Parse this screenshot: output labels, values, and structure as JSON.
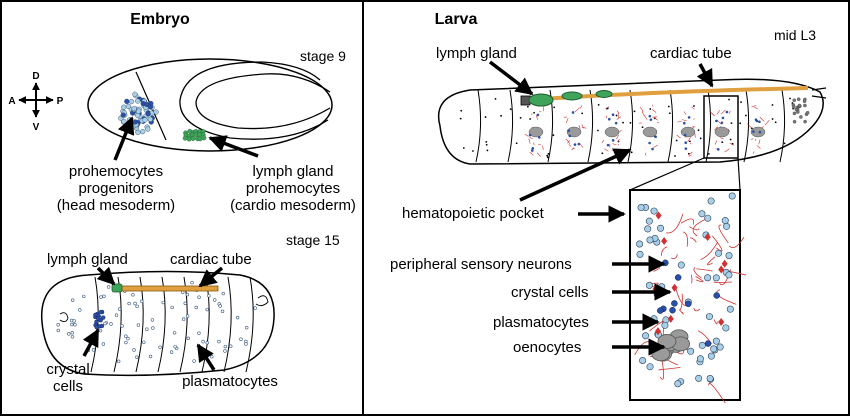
{
  "embryo": {
    "title": "Embryo",
    "stage9": {
      "stage_label": "stage 9",
      "axes": {
        "dorsal": "D",
        "ventral": "V",
        "anterior": "A",
        "posterior": "P"
      },
      "prohemocytes_lines": [
        "prohemocytes",
        "progenitors",
        "(head mesoderm)"
      ],
      "lymph_gland_lines": [
        "lymph gland",
        "prohemocytes",
        "(cardio mesoderm)"
      ]
    },
    "stage15": {
      "stage_label": "stage 15",
      "lymph_gland": "lymph gland",
      "cardiac_tube": "cardiac tube",
      "crystal_cells_lines": [
        "crystal",
        "cells"
      ],
      "plasmatocytes": "plasmatocytes"
    }
  },
  "larva": {
    "title": "Larva",
    "stage_label": "mid L3",
    "lymph_gland": "lymph gland",
    "cardiac_tube": "cardiac tube",
    "hematopoietic_pocket": "hematopoietic pocket",
    "peripheral_sensory_neurons": "peripheral sensory neurons",
    "crystal_cells": "crystal cells",
    "plasmatocytes": "plasmatocytes",
    "oenocytes": "oenocytes"
  },
  "colors": {
    "prohemocyte_fill": "#a9cfe6",
    "prohemocyte_dark": "#2a4fa8",
    "lymph_gland": "#3fa35a",
    "cardiac_tube": "#e0a040",
    "neuron_red": "#d23030",
    "oenocyte_gray": "#9a9a9a",
    "outline": "#000000"
  }
}
